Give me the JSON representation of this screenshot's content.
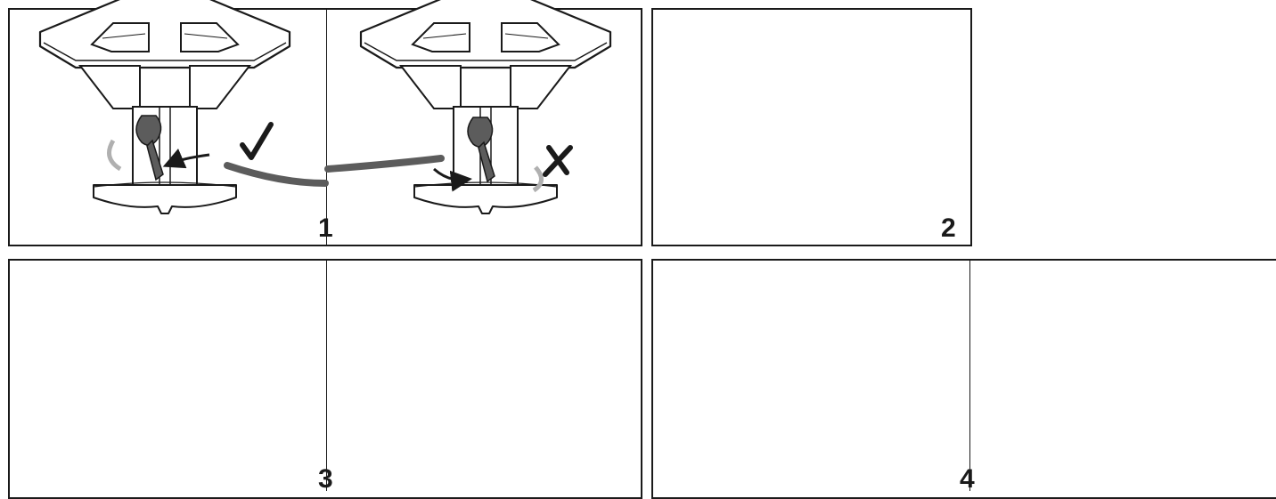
{
  "steps": [
    {
      "id": "1",
      "label": "1"
    },
    {
      "id": "2",
      "label": "2"
    },
    {
      "id": "3",
      "label": "3"
    },
    {
      "id": "4",
      "label": "4"
    }
  ],
  "marks": {
    "correct": "✓",
    "incorrect": "✗"
  },
  "colors": {
    "outline": "#1a1a1a",
    "cord": "#5c5c5c",
    "cord_dark": "#3a3a3a",
    "reel": "#ffffff",
    "light_arrow": "#b0b0b0",
    "hand": "#6a6a6a"
  }
}
